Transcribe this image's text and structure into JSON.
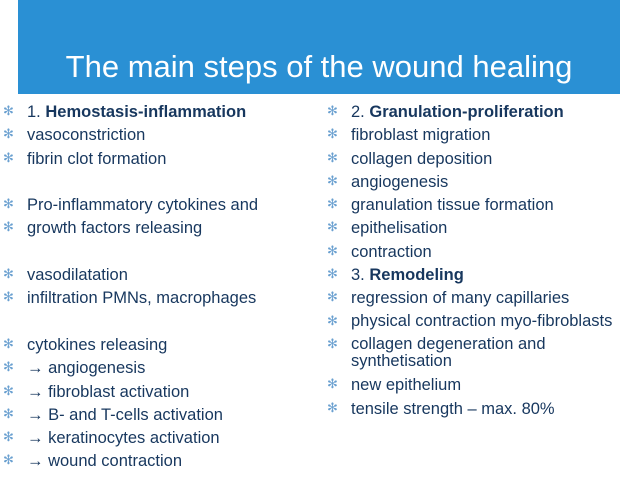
{
  "slide": {
    "title": "The main steps of the wound healing",
    "bullet_glyph": "✻",
    "colors": {
      "title_bar": "#2a90d4",
      "title_text": "#ffffff",
      "body_text": "#17375e",
      "bullet": "#6aa0d0"
    },
    "left": {
      "items": [
        {
          "num": "1. ",
          "heading": "Hemostasis-inflammation"
        },
        {
          "text": "vasoconstriction"
        },
        {
          "text": "fibrin clot formation"
        },
        {
          "text": "Pro-inflammatory cytokines and"
        },
        {
          "text": "growth factors releasing"
        },
        {
          "text": "vasodilatation"
        },
        {
          "text": "infiltration PMNs, macrophages"
        },
        {
          "text": "cytokines releasing"
        },
        {
          "text": "→ angiogenesis"
        },
        {
          "text": "→ fibroblast activation"
        },
        {
          "text": "→ B- and T-cells activation"
        },
        {
          "text": "→ keratinocytes activation"
        },
        {
          "text": "→ wound contraction"
        }
      ]
    },
    "right": {
      "items": [
        {
          "num": "2. ",
          "heading": "Granulation-proliferation"
        },
        {
          "text": "fibroblast migration"
        },
        {
          "text": "collagen deposition"
        },
        {
          "text": "angiogenesis"
        },
        {
          "text": "granulation tissue formation"
        },
        {
          "text": "epithelisation"
        },
        {
          "text": "contraction"
        },
        {
          "num": "3. ",
          "heading": "Remodeling"
        },
        {
          "text": "regression of many capillaries"
        },
        {
          "text": "physical contraction  myo-fibroblasts"
        },
        {
          "text": "collagen degeneration and synthetisation"
        },
        {
          "text": "new epithelium"
        },
        {
          "text": "tensile strength – max. 80%"
        }
      ]
    }
  }
}
